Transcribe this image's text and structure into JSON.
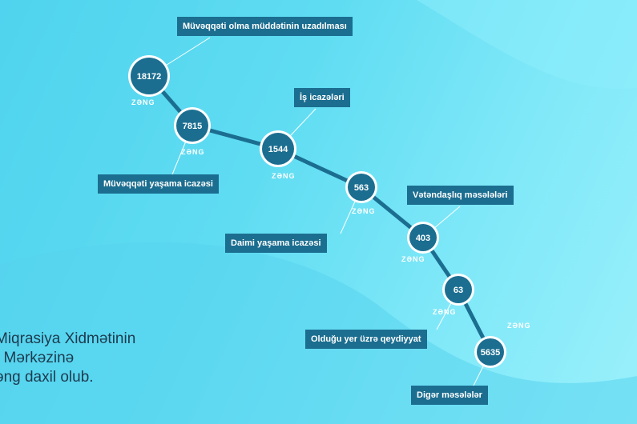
{
  "headline": {
    "line1": "Miqrasiya Xidmətinin",
    "line2": "ı Mərkəzinə",
    "line3": "əng daxil olub."
  },
  "colors": {
    "node_fill": "#1b6e90",
    "node_ring": "#ffffff",
    "path": "#1b6e90",
    "label_bg": "#1b6e90"
  },
  "chart_data": {
    "type": "line",
    "title": "",
    "unit_label": "ZƏNG",
    "categories": [
      "Müvəqqəti olma  müddətinin uzadılması",
      "Müvəqqəti yaşama icazəsi",
      "İş icazələri",
      "Daimi yaşama icazəsi",
      "Vətəndaşlıq məsələləri",
      "Olduğu yer üzrə qeydiyyat",
      "Digər məsələlər"
    ],
    "values": [
      18172,
      7815,
      1544,
      563,
      403,
      63,
      5635
    ],
    "value_labels": [
      "18172",
      "7815",
      "1544",
      "563",
      "403",
      "63",
      "5635"
    ]
  }
}
